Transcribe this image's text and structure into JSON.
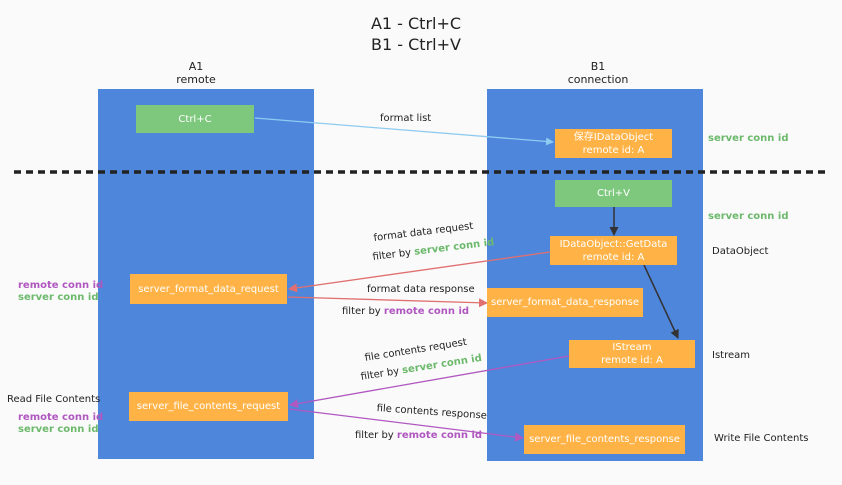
{
  "title": {
    "line1": "A1 - Ctrl+C",
    "line2": "B1 - Ctrl+V"
  },
  "columns": {
    "a1": {
      "name": "A1",
      "role": "remote"
    },
    "b1": {
      "name": "B1",
      "role": "connection"
    }
  },
  "boxes": {
    "ctrl_c": "Ctrl+C",
    "idataobject_saved": {
      "line1": "保存IDataObject",
      "line2": "remote id: A"
    },
    "ctrl_v": "Ctrl+V",
    "getdata": {
      "line1": "IDataObject::GetData",
      "line2": "remote id: A"
    },
    "format_req": "server_format_data_request",
    "format_resp": "server_format_data_response",
    "istream": {
      "line1": "IStream",
      "line2": "remote id: A"
    },
    "file_req": "server_file_contents_request",
    "file_resp": "server_file_contents_response"
  },
  "arrows": {
    "format_list": "format list",
    "format_data_request": "format data request",
    "format_data_response": "format data response",
    "file_contents_request": "file contents request",
    "file_contents_response": "file contents response",
    "filter_by": "filter by",
    "server_conn_id": "server conn id",
    "remote_conn_id": "remote conn id"
  },
  "side": {
    "right_server_conn_1": "server conn id",
    "right_server_conn_2": "server conn id",
    "dataobject": "DataObject",
    "istream": "Istream",
    "write_file_contents": "Write File Contents",
    "read_file_contents": "Read File Contents",
    "left_remote_1": "remote conn id",
    "left_server_1": "server conn id",
    "left_remote_2": "remote conn id",
    "left_server_2": "server conn id"
  },
  "colors": {
    "panel": "#4e86dc",
    "green_box": "#7ec87e",
    "orange_box": "#ffb347",
    "arrow_blue": "#8ecbf0",
    "arrow_red": "#e07070",
    "arrow_purple": "#b057c0",
    "arrow_dark": "#333333"
  }
}
